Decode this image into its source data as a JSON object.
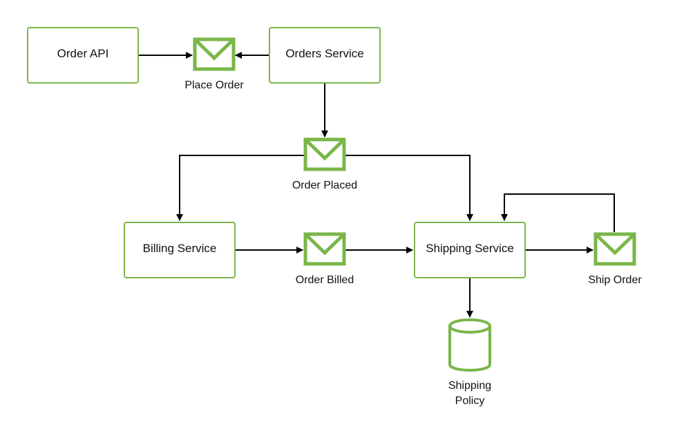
{
  "colors": {
    "accent": "#7ab648",
    "line": "#000000",
    "background": "#ffffff"
  },
  "services": {
    "order_api": "Order API",
    "orders_service": "Orders Service",
    "billing_service": "Billing Service",
    "shipping_service": "Shipping Service"
  },
  "messages": {
    "place_order": "Place Order",
    "order_placed": "Order Placed",
    "order_billed": "Order Billed",
    "ship_order": "Ship Order"
  },
  "datastore": {
    "line1": "Shipping",
    "line2": "Policy"
  },
  "icons": {
    "message": "envelope-icon",
    "datastore": "database-icon"
  }
}
